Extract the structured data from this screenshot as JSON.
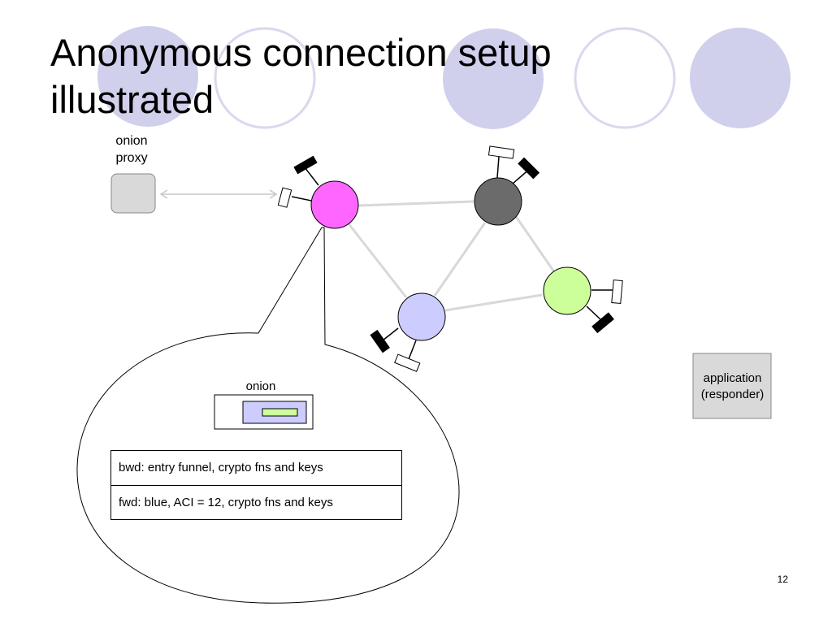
{
  "slide": {
    "title": "Anonymous connection setup\nillustrated",
    "page_number": "12"
  },
  "labels": {
    "onion_proxy": "onion\nproxy",
    "application": "application\n(responder)",
    "onion": "onion"
  },
  "table": {
    "rows": [
      "bwd: entry funnel, crypto fns and keys",
      "fwd: blue, ACI = 12, crypto fns and keys"
    ]
  },
  "colors": {
    "decor_circle_fill": "#d0d0ec",
    "decor_circle_stroke": "#d8d8ee",
    "link": "#d8d8d8",
    "router_pink": "#ff66ff",
    "router_gray": "#6b6b6b",
    "router_blue": "#ccccff",
    "router_green": "#ccff99",
    "box_gray": "#d9d9d9",
    "black_key": "#000000"
  },
  "icons": {
    "router_nodes": [
      "pink-router",
      "gray-router",
      "blue-router",
      "green-router"
    ],
    "keys": [
      "black-key-icon",
      "white-key-icon"
    ]
  }
}
